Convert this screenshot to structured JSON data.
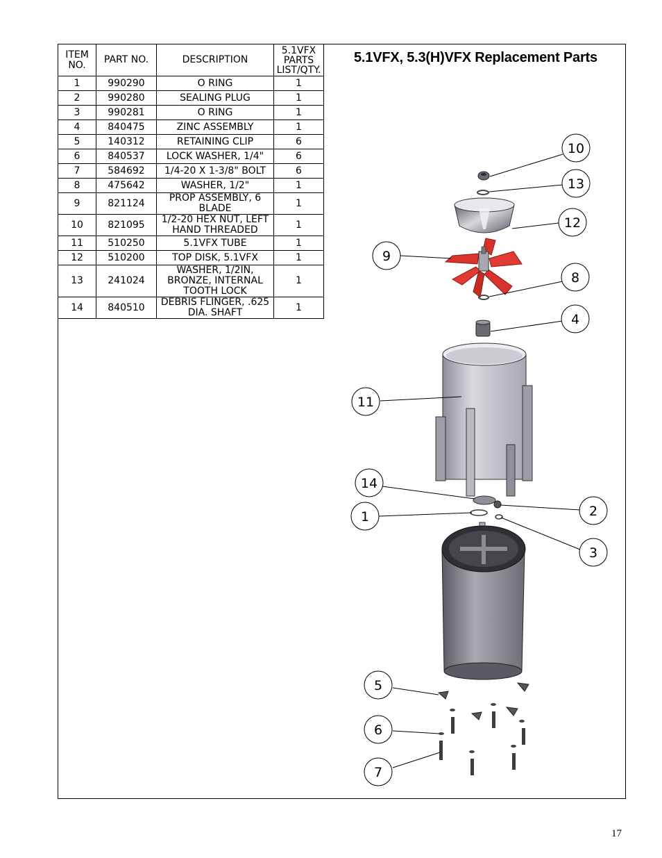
{
  "title": "5.1VFX, 5.3(H)VFX Replacement Parts",
  "page_number": "17",
  "table": {
    "headers": {
      "item": "ITEM NO.",
      "part": "PART NO.",
      "description": "DESCRIPTION",
      "qty": "5.1VFX PARTS LIST/QTY."
    },
    "rows": [
      {
        "item": "1",
        "part": "990290",
        "description": "O RING",
        "qty": "1"
      },
      {
        "item": "2",
        "part": "990280",
        "description": "SEALING PLUG",
        "qty": "1"
      },
      {
        "item": "3",
        "part": "990281",
        "description": "O RING",
        "qty": "1"
      },
      {
        "item": "4",
        "part": "840475",
        "description": "ZINC ASSEMBLY",
        "qty": "1"
      },
      {
        "item": "5",
        "part": "140312",
        "description": "RETAINING CLIP",
        "qty": "6"
      },
      {
        "item": "6",
        "part": "840537",
        "description": "LOCK WASHER, 1/4\"",
        "qty": "6"
      },
      {
        "item": "7",
        "part": "584692",
        "description": "1/4-20 X 1-3/8\" BOLT",
        "qty": "6"
      },
      {
        "item": "8",
        "part": "475642",
        "description": "WASHER, 1/2\"",
        "qty": "1"
      },
      {
        "item": "9",
        "part": "821124",
        "description": "PROP ASSEMBLY, 6 BLADE",
        "qty": "1"
      },
      {
        "item": "10",
        "part": "821095",
        "description": "1/2-20 HEX NUT, LEFT HAND THREADED",
        "qty": "1"
      },
      {
        "item": "11",
        "part": "510250",
        "description": "5.1VFX TUBE",
        "qty": "1"
      },
      {
        "item": "12",
        "part": "510200",
        "description": "TOP DISK, 5.1VFX",
        "qty": "1"
      },
      {
        "item": "13",
        "part": "241024",
        "description": "WASHER, 1/2IN, BRONZE, INTERNAL TOOTH LOCK",
        "qty": "1"
      },
      {
        "item": "14",
        "part": "840510",
        "description": "DEBRIS FLINGER, .625 DIA. SHAFT",
        "qty": "1"
      }
    ]
  },
  "callouts": [
    "10",
    "13",
    "12",
    "9",
    "8",
    "4",
    "11",
    "14",
    "2",
    "1",
    "3",
    "5",
    "6",
    "7"
  ],
  "colors": {
    "prop": "#d8322a",
    "metal_light": "#c9c9d2",
    "metal_dark": "#55565d"
  }
}
